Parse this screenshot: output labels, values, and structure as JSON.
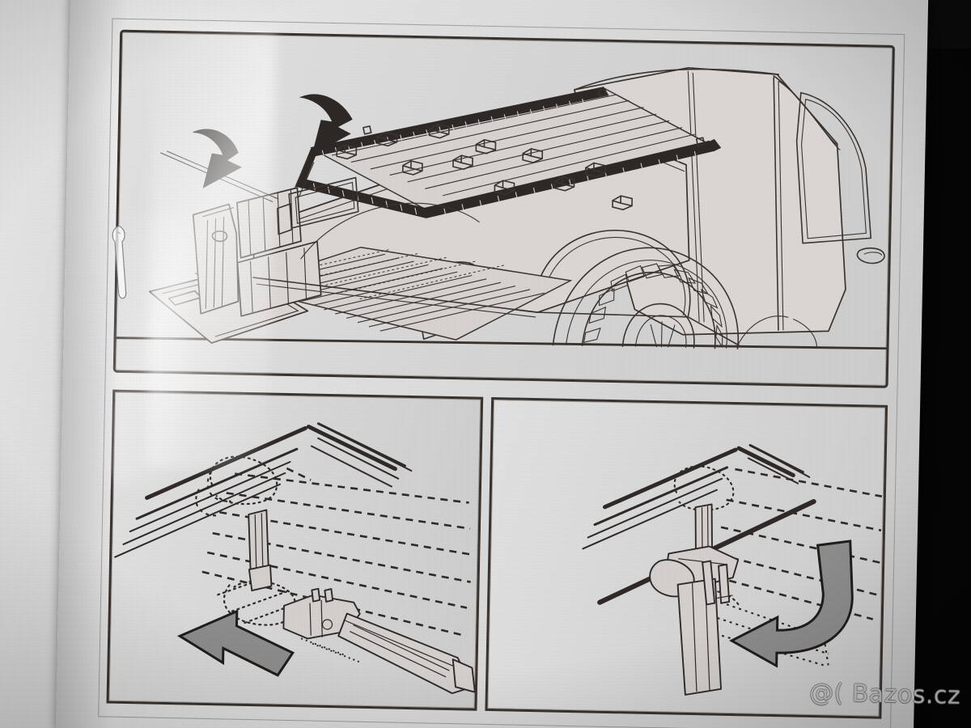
{
  "document": {
    "kind": "printed-installation-instruction-sheet",
    "media": "photograph of a paper manual page",
    "page_background_color": "#dcdcdc",
    "ink_color": "#3a332f",
    "backdrop_color": "#050505",
    "accent_gray_fill": "#8a8a8a"
  },
  "watermark": {
    "text": "@( Bazos.cz",
    "color": "#ffffff"
  },
  "panels": [
    {
      "id": "panel-top",
      "name": "pickup-truck-overview",
      "caption": "",
      "subject": "Pickup truck with open tailgate and roll-top tonneau cover mounted on the bed rails",
      "elements": [
        {
          "name": "truck-cab",
          "label": ""
        },
        {
          "name": "rear-door-window",
          "label": ""
        },
        {
          "name": "door-handle",
          "label": ""
        },
        {
          "name": "rear-wheel-offroad-tire",
          "label": ""
        },
        {
          "name": "tonneau-cover-slats",
          "label": ""
        },
        {
          "name": "bed-rail-left",
          "label": ""
        },
        {
          "name": "bed-rail-right",
          "label": ""
        },
        {
          "name": "open-tailgate",
          "label": ""
        },
        {
          "name": "bed-liner-ribs",
          "label": ""
        },
        {
          "name": "clamp-blocks",
          "label": "",
          "count": 11
        }
      ],
      "arrows": [
        {
          "name": "arrow-cover-direction-1",
          "style": "solid-black-curved",
          "direction": "down-left"
        },
        {
          "name": "arrow-cover-direction-2",
          "style": "solid-black-curved",
          "direction": "down-left"
        }
      ]
    },
    {
      "id": "panel-bottom-left",
      "name": "clamp-insert-detail",
      "caption": "",
      "subject": "Detail of clamp bolt and wrench inserted horizontally under the bed rail; hidden parts shown dashed",
      "elements": [
        {
          "name": "bed-rail-profile",
          "label": ""
        },
        {
          "name": "clamp-bolt",
          "label": ""
        },
        {
          "name": "wrench-tool",
          "label": ""
        },
        {
          "name": "hidden-outline-dashed",
          "label": ""
        }
      ],
      "arrows": [
        {
          "name": "arrow-push-left",
          "style": "gray-filled-straight",
          "direction": "left"
        }
      ]
    },
    {
      "id": "panel-bottom-right",
      "name": "clamp-tighten-detail",
      "caption": "",
      "subject": "Detail of the wrench rotated to vertical position to tighten the clamp bolt",
      "elements": [
        {
          "name": "bed-rail-profile",
          "label": ""
        },
        {
          "name": "clamp-bolt",
          "label": ""
        },
        {
          "name": "wrench-tool-vertical",
          "label": ""
        },
        {
          "name": "hidden-outline-dashed",
          "label": ""
        },
        {
          "name": "rod-bar",
          "label": ""
        }
      ],
      "arrows": [
        {
          "name": "arrow-rotate-down",
          "style": "gray-filled-curved",
          "direction": "counter-clockwise"
        }
      ]
    }
  ],
  "binding": {
    "name": "paper-clip",
    "visible": true
  },
  "adjacent_page": {
    "name": "left-facing-page",
    "visible": true
  }
}
